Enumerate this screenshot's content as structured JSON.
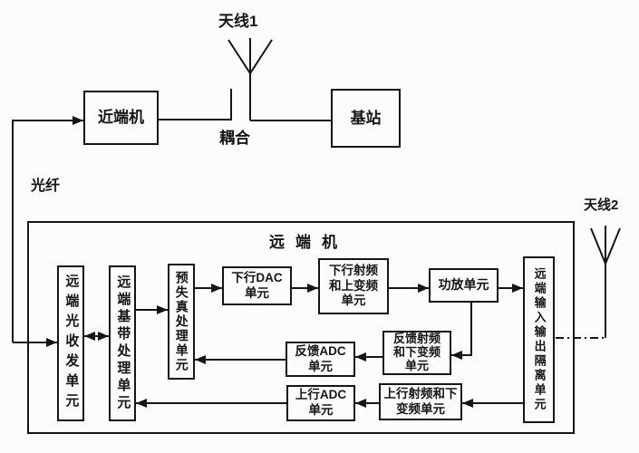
{
  "colors": {
    "ink": "#151515",
    "paper": "#fcfcfa"
  },
  "top_section": {
    "antenna1_label": "天线1",
    "coupling_label": "耦合",
    "near_end_unit": "近端机",
    "base_station": "基站",
    "fiber_label": "光纤"
  },
  "remote_section": {
    "title": "远端机",
    "antenna2_label": "天线2",
    "units": {
      "optical_transceiver": "远端光收发单元",
      "baseband": "远端基带处理单元",
      "predistortion": "预失真处理单元",
      "downlink_dac": "下行DAC\n单元",
      "downlink_rf": "下行射频\n和上变频\n单元",
      "power_amp": "功放单元",
      "isolation": "远端输入输出隔离单元",
      "feedback_adc": "反馈ADC\n单元",
      "feedback_rf": "反馈射频\n和下变频\n单元",
      "uplink_adc": "上行ADC\n单元",
      "uplink_rf": "上行射频和下\n变频单元"
    }
  },
  "connections": [
    {
      "from": "光纤",
      "to": "近端机",
      "style": "arrow"
    },
    {
      "from": "近端机",
      "to": "天线1",
      "style": "coupling-gap"
    },
    {
      "from": "天线1",
      "to": "基站",
      "style": "line"
    },
    {
      "from": "光纤",
      "to": "远端光收发单元",
      "style": "arrow"
    },
    {
      "from": "远端光收发单元",
      "to": "远端基带处理单元",
      "style": "double-arrow"
    },
    {
      "from": "远端基带处理单元",
      "to": "预失真处理单元",
      "style": "arrow"
    },
    {
      "from": "预失真处理单元",
      "to": "下行DAC单元",
      "style": "arrow"
    },
    {
      "from": "下行DAC单元",
      "to": "下行射频和上变频单元",
      "style": "arrow"
    },
    {
      "from": "下行射频和上变频单元",
      "to": "功放单元",
      "style": "arrow"
    },
    {
      "from": "功放单元",
      "to": "远端输入输出隔离单元",
      "style": "arrow"
    },
    {
      "from": "功放单元",
      "to": "反馈射频和下变频单元",
      "style": "arrow"
    },
    {
      "from": "反馈射频和下变频单元",
      "to": "反馈ADC单元",
      "style": "arrow"
    },
    {
      "from": "反馈ADC单元",
      "to": "预失真处理单元",
      "style": "arrow"
    },
    {
      "from": "远端输入输出隔离单元",
      "to": "上行射频和下变频单元",
      "style": "arrow"
    },
    {
      "from": "上行射频和下变频单元",
      "to": "上行ADC单元",
      "style": "arrow"
    },
    {
      "from": "上行ADC单元",
      "to": "远端基带处理单元",
      "style": "arrow"
    },
    {
      "from": "远端输入输出隔离单元",
      "to": "天线2",
      "style": "dash-dot"
    }
  ]
}
